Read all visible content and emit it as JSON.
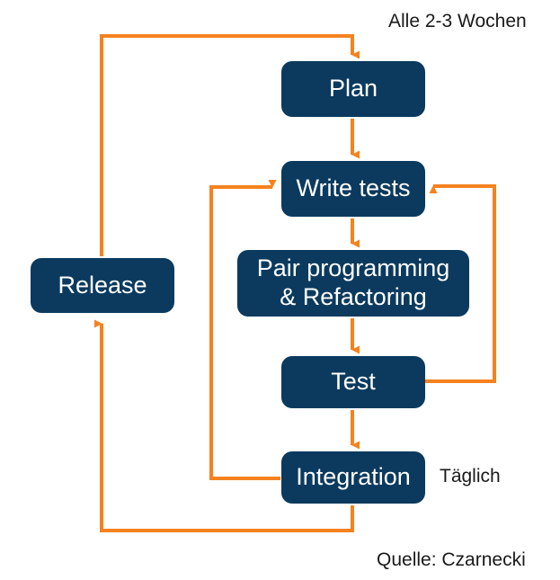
{
  "diagram": {
    "title_label": "Alle 2-3 Wochen",
    "daily_label": "Täglich",
    "source_label": "Quelle: Czarnecki",
    "colors": {
      "node_fill": "#0B3A5E",
      "node_text": "#FFFFFF",
      "connector": "#F5821F",
      "background": "#FFFFFF",
      "caption_text": "#1A1A1A"
    },
    "nodes": [
      {
        "id": "plan",
        "label": "Plan"
      },
      {
        "id": "write-tests",
        "label": "Write tests"
      },
      {
        "id": "pair",
        "label": "Pair programming\n& Refactoring"
      },
      {
        "id": "test",
        "label": "Test"
      },
      {
        "id": "integration",
        "label": "Integration"
      },
      {
        "id": "release",
        "label": "Release"
      }
    ],
    "connectors": [
      {
        "id": "plan-to-write-tests",
        "from": "plan",
        "to": "write-tests",
        "style": "straight-down"
      },
      {
        "id": "write-tests-to-pair",
        "from": "write-tests",
        "to": "pair",
        "style": "straight-down"
      },
      {
        "id": "pair-to-test",
        "from": "pair",
        "to": "test",
        "style": "straight-down"
      },
      {
        "id": "test-to-integration",
        "from": "test",
        "to": "integration",
        "style": "straight-down"
      },
      {
        "id": "test-back-to-write-tests",
        "from": "test",
        "to": "write-tests",
        "style": "right-loop"
      },
      {
        "id": "integration-to-write-tests",
        "from": "integration",
        "to": "write-tests",
        "style": "left-loop"
      },
      {
        "id": "integration-to-release",
        "from": "integration",
        "to": "release",
        "style": "bottom-left-loop"
      },
      {
        "id": "release-to-plan",
        "from": "release",
        "to": "plan",
        "style": "top-left-loop"
      }
    ]
  }
}
